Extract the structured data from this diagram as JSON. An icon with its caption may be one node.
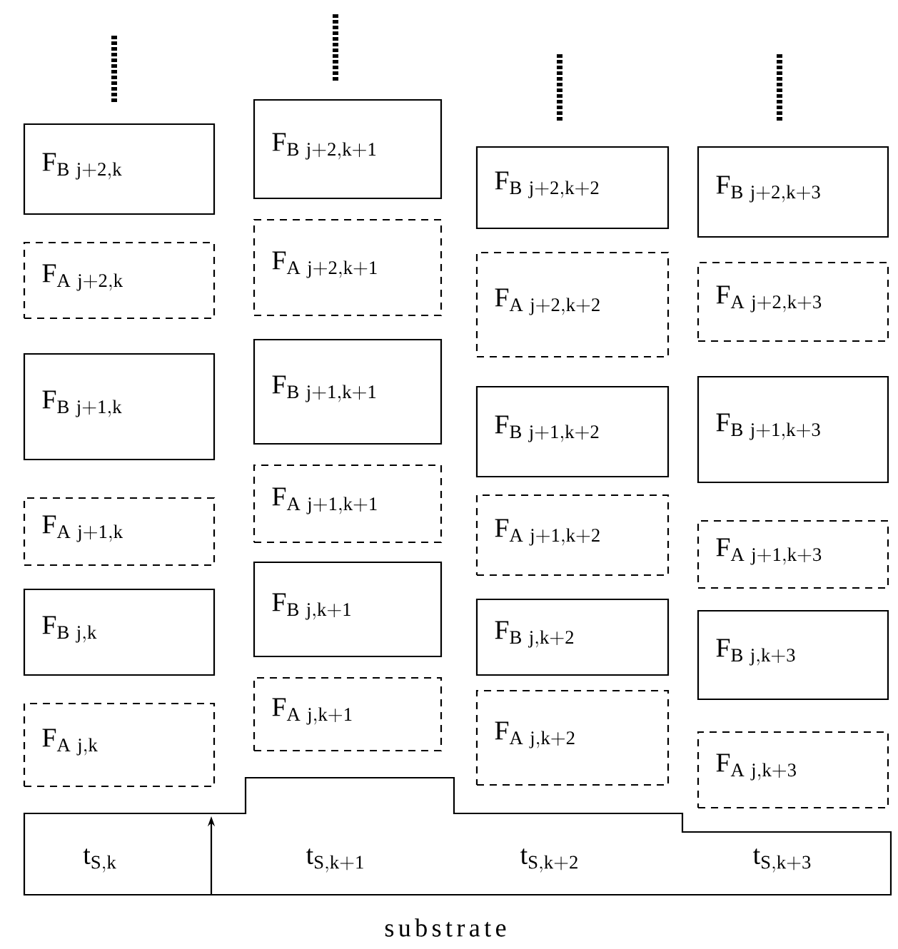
{
  "diagram": {
    "nodes": [
      {
        "text": [
          "\\mathrm{F_{B\\ j+2,k}}"
        ]
      },
      {
        "text": [
          "\\mathrm{F_{A\\ j+2,k}}"
        ]
      },
      {
        "text": [
          "\\mathrm{F_{B\\ j+1,k}}"
        ]
      },
      {
        "text": [
          "\\mathrm{F_{A\\ j+1,k}}"
        ]
      },
      {
        "text": [
          "\\mathrm{F_{B\\ j,k}}"
        ]
      },
      {
        "text": [
          "\\mathrm{F_{A\\ j,k}}"
        ]
      },
      {
        "text": [
          "\\mathrm{F_{B\\ j+2,k+1}}"
        ]
      },
      {
        "text": [
          "\\mathrm{F_{A\\ j+2,k+1}}"
        ]
      },
      {
        "text": [
          "\\mathrm{F_{B\\ j+1,k+1}}"
        ]
      },
      {
        "text": [
          "\\mathrm{F_{A\\ j+1,k+1}}"
        ]
      },
      {
        "text": [
          "\\mathrm{F_{B\\ j,k+1}}"
        ]
      },
      {
        "text": [
          "\\mathrm{F_{A\\ j,k+1}}"
        ]
      },
      {
        "text": [
          "\\mathrm{F_{B\\ j+2,k+2}}"
        ]
      },
      {
        "text": [
          "\\mathrm{F_{A\\ j+2,k+2}}"
        ]
      },
      {
        "text": [
          "\\mathrm{F_{B\\ j+1,k+2}}"
        ]
      },
      {
        "text": [
          "\\mathrm{F_{A\\ j+1,k+2}}"
        ]
      },
      {
        "text": [
          "\\mathrm{F_{B\\ j,k+2}}"
        ]
      },
      {
        "text": [
          "\\mathrm{F_{A\\ j,k+2}}"
        ]
      },
      {
        "text": [
          "\\mathrm{F_{B\\ j+2,k+3}}"
        ]
      },
      {
        "text": [
          "\\mathrm{F_{A\\ j+2,k+3}}"
        ]
      },
      {
        "text": [
          "\\mathrm{F_{B\\ j+1,k+3}}"
        ]
      },
      {
        "text": [
          "\\mathrm{F_{A\\ j+1,k+3}}"
        ]
      },
      {
        "text": [
          "\\mathrm{F_{B\\ j,k+3}}"
        ]
      },
      {
        "text": [
          "\\mathrm{F_{A\\ j,k+3}}"
        ]
      },
      {
        "text": [
          "\\mathrm{t_{S,k}}",
          "\\mathrm{t_{S,k+1}}",
          "\\mathrm{t_{S,k+2}}",
          "\\mathrm{t_{S,k+3}}"
        ],
        "beside": [
          "substrate"
        ]
      }
    ]
  }
}
